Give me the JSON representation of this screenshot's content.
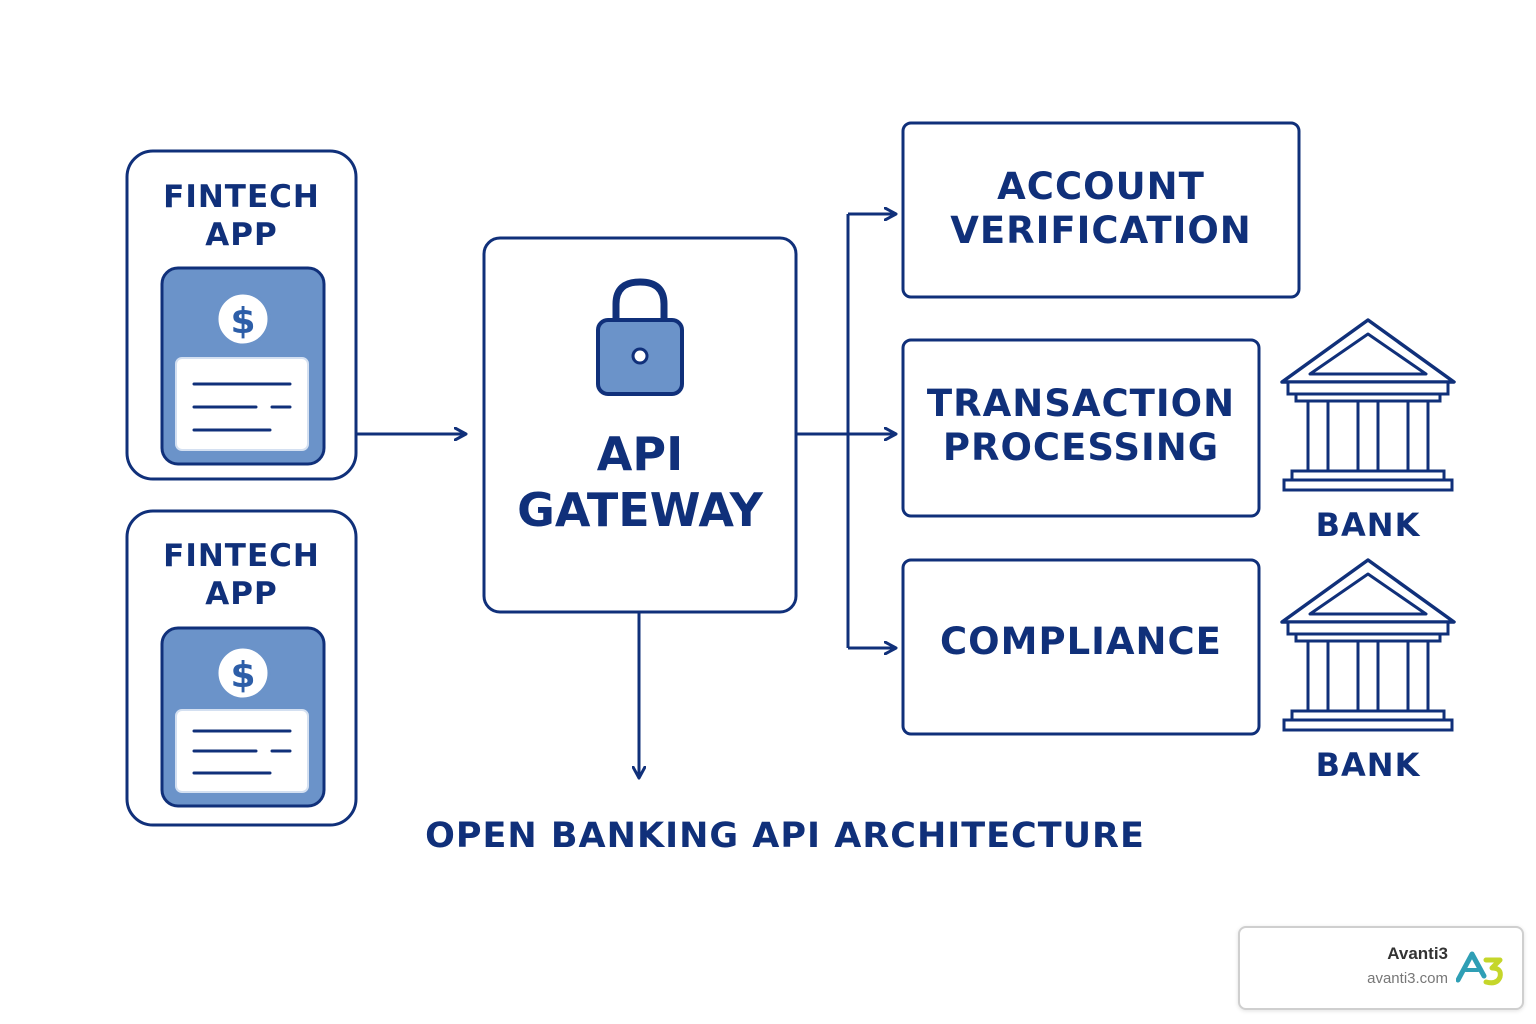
{
  "fintech_apps": [
    {
      "label_line1": "FINTECH",
      "label_line2": "APP",
      "card_icon": "dollar-coin-icon",
      "card_detail": "receipt-lines-icon"
    },
    {
      "label_line1": "FINTECH",
      "label_line2": "APP",
      "card_icon": "dollar-coin-icon",
      "card_detail": "receipt-lines-icon"
    }
  ],
  "gateway": {
    "icon": "padlock-icon",
    "label_line1": "API",
    "label_line2": "GATEWAY"
  },
  "services": [
    {
      "line1": "ACCOUNT",
      "line2": "VERIFICATION"
    },
    {
      "line1": "TRANSACTION",
      "line2": "PROCESSING"
    },
    {
      "line1": "COMPLIANCE"
    }
  ],
  "banks": [
    {
      "label": "BANK",
      "icon": "bank-building-icon"
    },
    {
      "label": "BANK",
      "icon": "bank-building-icon"
    }
  ],
  "title": "OPEN BANKING API ARCHITECTURE",
  "badge": {
    "name": "Avanti3",
    "url": "avanti3.com",
    "logo_icon": "avanti3-logo-icon"
  },
  "colors": {
    "ink": "#10307a",
    "card_fill": "#6b93c9",
    "paper": "#ffffff",
    "logo_teal": "#2f9fb5",
    "logo_lime": "#c5d62a"
  }
}
